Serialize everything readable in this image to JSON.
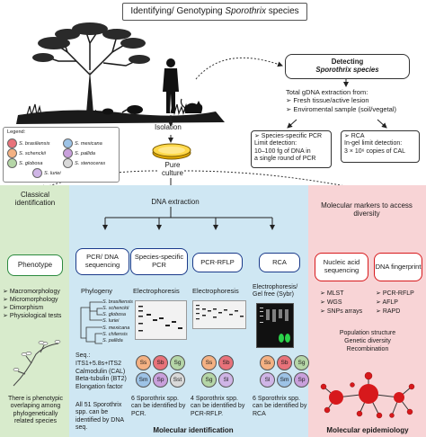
{
  "title": {
    "prefix": "Identifying/ Genotyping ",
    "species": "Sporothrix",
    "suffix": " species"
  },
  "legend": {
    "label": "Legend:",
    "items": [
      {
        "name": "S. brasiliensis",
        "color": "#e8727a"
      },
      {
        "name": "S. schenckii",
        "color": "#f4b183"
      },
      {
        "name": "S. globosa",
        "color": "#b5d6a7"
      },
      {
        "name": "S. luriei",
        "color": "#cfb5e6"
      },
      {
        "name": "S. mexicana",
        "color": "#9dc3e6"
      },
      {
        "name": "S. pallida",
        "color": "#c9a0dc"
      },
      {
        "name": "S. stenoceras",
        "color": "#d9d9d9"
      }
    ]
  },
  "detecting": {
    "line1": "Detecting",
    "line2": "Sporothrix species"
  },
  "extraction": {
    "heading": "Total gDNA extraction from:",
    "items": [
      "Fresh tissue/active lesion",
      "Enviromental sample (soil/vegetal)"
    ]
  },
  "pcr_box": {
    "l1": "➢ Species-specific PCR",
    "l2": "Limit detection:",
    "l3": "10–100 fg of DNA in",
    "l4": "a single round of PCR"
  },
  "rca_box": {
    "l1": "➢ RCA",
    "l2": "In-gel limit detection:",
    "l3": "3 × 10⁶ copies of CAL"
  },
  "isolation": "Isolation",
  "pure_culture": "Pure culture",
  "classical": {
    "title": "Classical identification",
    "phenotype": "Phenotype",
    "items": [
      "Macromorphology",
      "Micromorphology",
      "Dimorphism",
      "Physiological tests"
    ],
    "footer": "There is phenotypic overlaping among phylogenetically related species"
  },
  "dna_extraction": "DNA extraction",
  "molecular": {
    "bottom": "Molecular identification",
    "col1": {
      "title": "PCR/ DNA sequencing",
      "method": "Phylogeny",
      "tree": [
        "S. brasiliensis",
        "S. schenckii",
        "S. globosa",
        "S. luriei",
        "S. mexicana",
        "S. chilensis",
        "S. pallida"
      ],
      "seq_title": "Seq.:",
      "seq": [
        "ITS1+5.8s+ITS2",
        "Calmodulin (CAL)",
        "Beta-tubulin (BT2)",
        "Elongation factor"
      ],
      "footer": "All 51 Sporothrix spp. can be identified by DNA seq."
    },
    "col2": {
      "title": "Species-specific PCR",
      "method": "Electrophoresis",
      "circles": [
        "Ss",
        "Sb",
        "Sg",
        "Sm",
        "Sp",
        "Sst"
      ],
      "footer": "6 Sporothrix spp. can be identified by PCR."
    },
    "col3": {
      "title": "PCR-RFLP",
      "method": "Electrophoresis",
      "circles": [
        "Ss",
        "Sb",
        "Sg",
        "Sl"
      ],
      "footer": "4 Sporothrix spp. can be identified by PCR-RFLP."
    },
    "col4": {
      "title": "RCA",
      "method": "Electrophoresis/ Gel free (Sybr)",
      "circles": [
        "Ss",
        "Sb",
        "Sg",
        "Sl",
        "Sm",
        "Sp"
      ],
      "footer": "6 Sporothrix spp. can be identified by RCA"
    }
  },
  "epidemiology": {
    "title": "Molecular markers to access diversity",
    "bottom": "Molecular epidemiology",
    "nucleic": {
      "title": "Nucleic acid sequencing",
      "items": [
        "MLST",
        "WGS",
        "SNPs arrays"
      ]
    },
    "fingerprint": {
      "title": "DNA fingerprint",
      "items": [
        "PCR-RFLP",
        "AFLP",
        "RAPD"
      ]
    },
    "outcomes": [
      "Population structure",
      "Genetic diversity",
      "Recombination"
    ]
  }
}
